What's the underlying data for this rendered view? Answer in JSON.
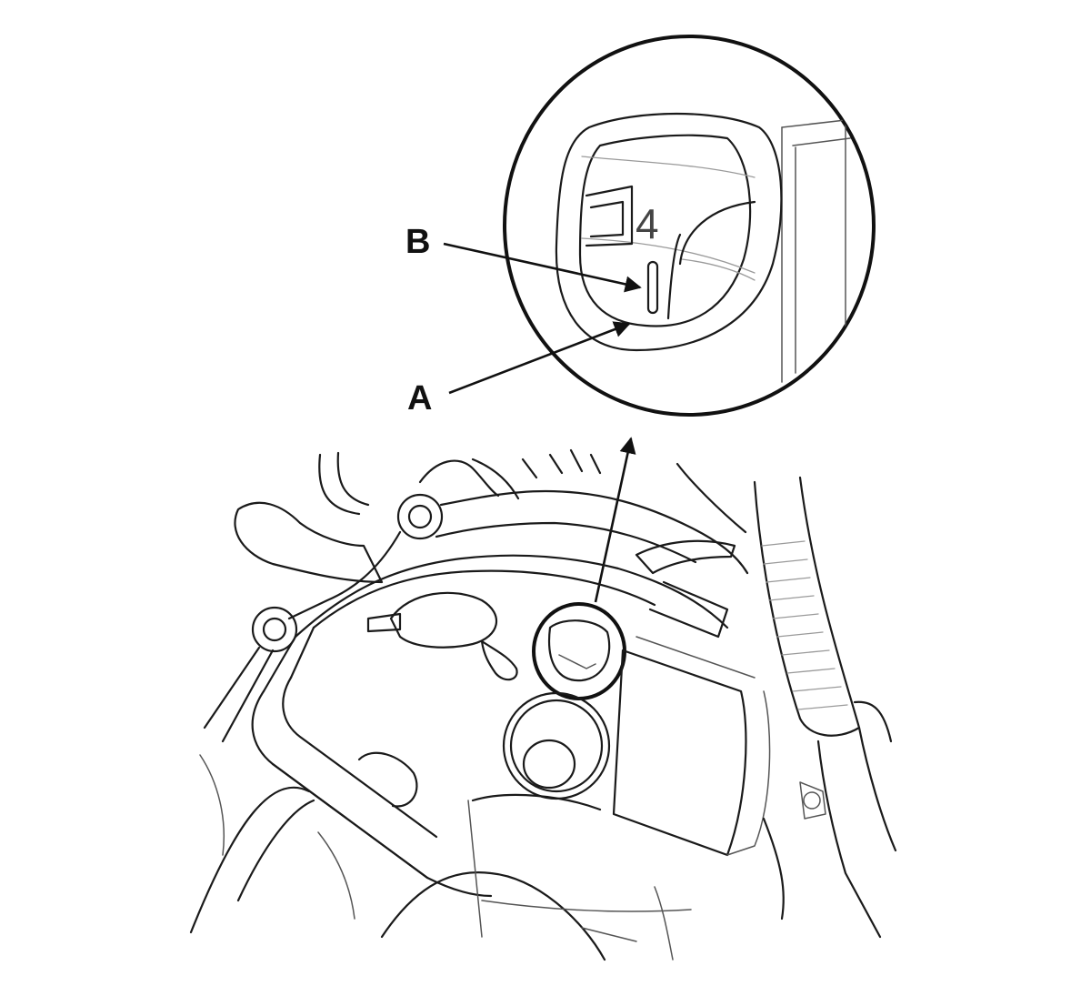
{
  "labels": {
    "b": "B",
    "a": "A"
  },
  "detail_mark": "4",
  "colors": {
    "line": "#1a1a1a",
    "background": "#ffffff"
  }
}
